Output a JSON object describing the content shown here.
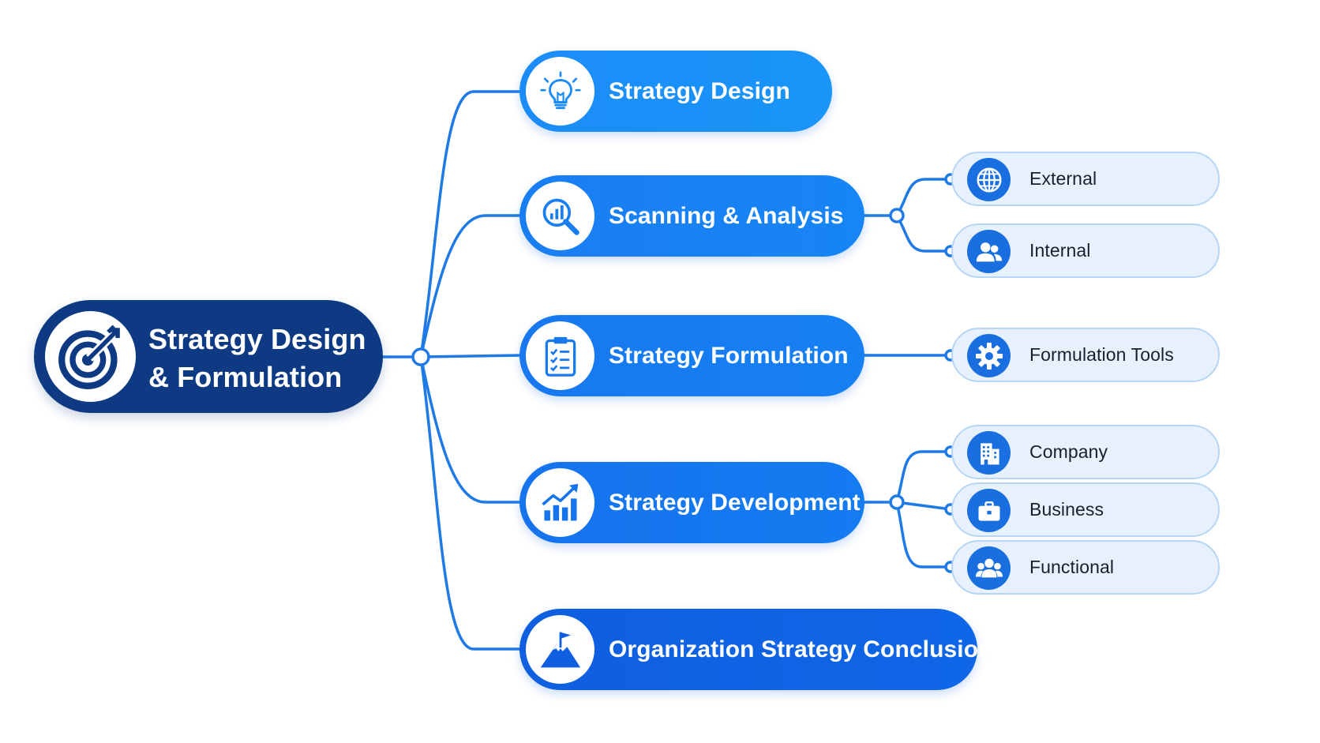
{
  "diagram": {
    "root": {
      "line1": "Strategy Design",
      "line2": "& Formulation",
      "icon": "target-arrow-icon"
    },
    "branches": [
      {
        "label": "Strategy Design",
        "icon": "lightbulb-icon",
        "color": "#1b8cf7",
        "children": []
      },
      {
        "label": "Scanning & Analysis",
        "icon": "magnifier-chart-icon",
        "color": "#1a7ef3",
        "children": [
          {
            "label": "External",
            "icon": "globe-icon"
          },
          {
            "label": "Internal",
            "icon": "people-icon"
          }
        ]
      },
      {
        "label": "Strategy Formulation",
        "icon": "clipboard-checklist-icon",
        "color": "#1778f0",
        "children": [
          {
            "label": "Formulation Tools",
            "icon": "gear-icon"
          }
        ]
      },
      {
        "label": "Strategy Development",
        "icon": "growth-chart-icon",
        "color": "#1573ed",
        "children": [
          {
            "label": "Company",
            "icon": "building-icon"
          },
          {
            "label": "Business",
            "icon": "briefcase-icon"
          },
          {
            "label": "Functional",
            "icon": "team-icon"
          }
        ]
      },
      {
        "label": "Organization Strategy Conclusion",
        "icon": "mountain-flag-icon",
        "color": "#0f5fe0",
        "children": []
      }
    ]
  },
  "colors": {
    "root": "#0d3a82",
    "connector": "#1f7ae6",
    "chip_background": "#e6f1fd",
    "chip_border": "#b7d6f6",
    "chip_icon": "#1a6fe0"
  }
}
